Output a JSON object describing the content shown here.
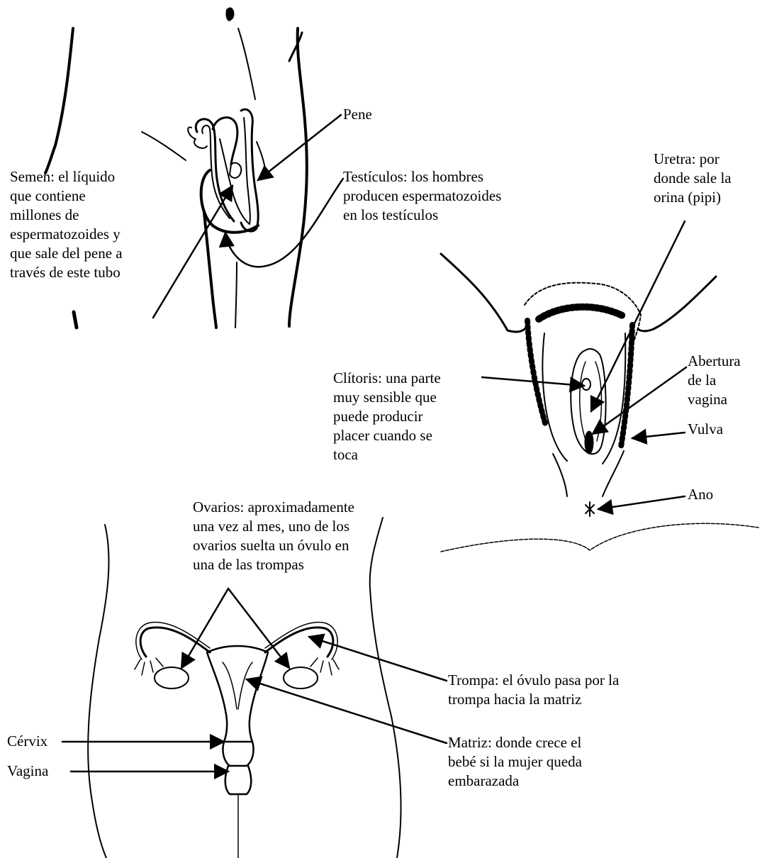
{
  "labels": {
    "pene": "Pene",
    "semen": "Semen: el líquido\nque contiene\nmillones de\nespermatozoides y\nque sale del pene a\ntravés de este tubo",
    "testiculos": "Testículos: los hombres\nproducen espermatozoides\nen los testículos",
    "uretra": "Uretra: por\ndonde sale la\norina (pipi)",
    "abertura": "Abertura\nde la\nvagina",
    "vulva": "Vulva",
    "clitoris": "Clítoris: una parte\nmuy sensible que\npuede producir\nplacer cuando se\ntoca",
    "ano": "Ano",
    "ovarios": "Ovarios: aproximadamente\nuna vez al mes, uno de los\novarios suelta un óvulo en\nuna de las trompas",
    "trompa": "Trompa: el óvulo pasa por la\ntrompa hacia la matriz",
    "matriz": "Matriz: donde crece el\nbebé si la mujer queda\nembarazada",
    "cervix": "Cérvix",
    "vagina": "Vagina"
  },
  "colors": {
    "ink": "#000000",
    "background": "#ffffff"
  }
}
